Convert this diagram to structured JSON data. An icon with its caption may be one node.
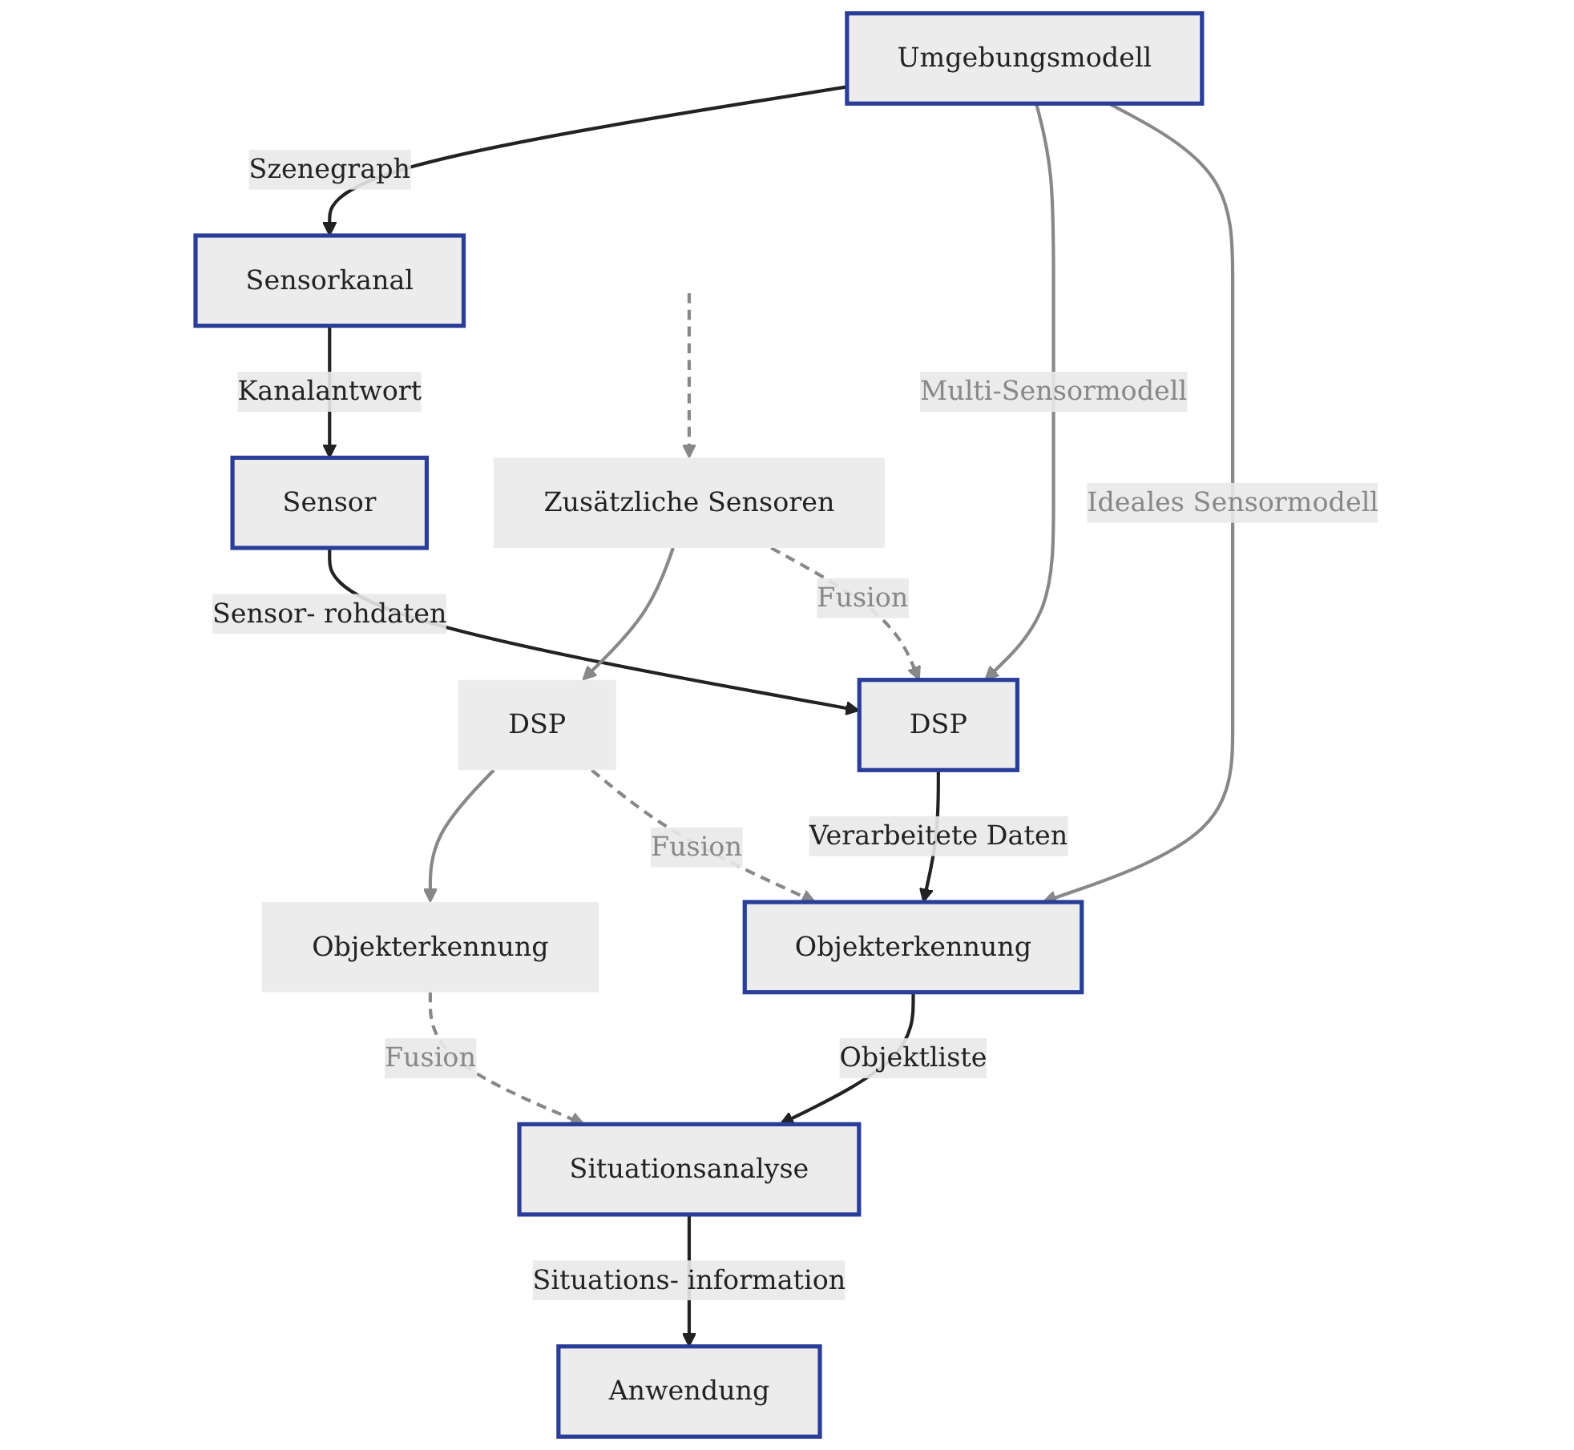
{
  "diagram": {
    "nodes": [
      {
        "text": [
          "Umgebungsmodell"
        ]
      },
      {
        "text": [
          "Sensorkanal"
        ]
      },
      {
        "text": [
          "Sensor"
        ]
      },
      {
        "text": [
          "DSP"
        ]
      },
      {
        "text": [
          "Objekterkennung"
        ]
      },
      {
        "text": [
          "Situationsanalyse"
        ]
      },
      {
        "text": [
          "Anwendung"
        ]
      },
      {
        "text": [
          "Zusätzliche Sensoren"
        ]
      },
      {
        "text": [
          "DSP"
        ]
      },
      {
        "text": [
          "Objekterkennung"
        ]
      }
    ],
    "edges": [
      {
        "from": 0,
        "to": 1,
        "arrow": "to",
        "label": "Szenegraph",
        "color": "#222222"
      },
      {
        "from": 1,
        "to": 2,
        "arrow": "to",
        "label": "Kanalantwort",
        "color": "#222222"
      },
      {
        "from": 2,
        "to": 3,
        "arrow": "to",
        "label": "Sensor- rohdaten",
        "color": "#222222"
      },
      {
        "from": 3,
        "to": 4,
        "arrow": "to",
        "label": "Verarbeitete Daten",
        "color": "#222222"
      },
      {
        "from": 4,
        "to": 5,
        "arrow": "to",
        "label": "Objektliste",
        "color": "#222222"
      },
      {
        "from": 5,
        "to": 6,
        "arrow": "to",
        "label": "Situations- information",
        "color": "#222222"
      },
      {
        "from": null,
        "to": 7,
        "arrow": "to",
        "style": "dashed"
      },
      {
        "from": 7,
        "to": 8,
        "arrow": "to"
      },
      {
        "from": 8,
        "to": 9,
        "arrow": "to"
      },
      {
        "from": 7,
        "to": 3,
        "arrow": "to",
        "label": "Fusion",
        "style": "dashed"
      },
      {
        "from": 8,
        "to": 4,
        "arrow": "to",
        "label": "Fusion",
        "style": "dashed"
      },
      {
        "from": 9,
        "to": 5,
        "arrow": "to",
        "label": "Fusion",
        "style": "dashed"
      },
      {
        "from": 0,
        "to": 3,
        "arrow": "to",
        "label": "Multi-Sensormodell"
      },
      {
        "from": 0,
        "to": 4,
        "arrow": "to",
        "label": "Ideales Sensormodell"
      }
    ]
  }
}
